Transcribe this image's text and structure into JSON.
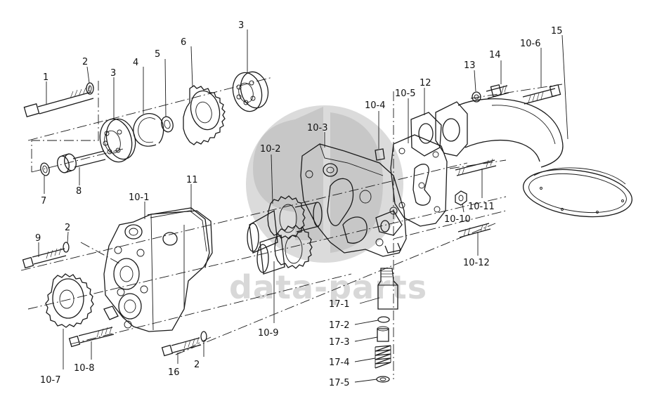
{
  "watermark": {
    "text": "data-parts",
    "color": "#b8b8b8"
  },
  "callouts": {
    "c1": "1",
    "c2a": "2",
    "c3a": "3",
    "c4": "4",
    "c5": "5",
    "c6": "6",
    "c3b": "3",
    "c7": "7",
    "c8": "8",
    "c9": "9",
    "c2b": "2",
    "c10_1": "10-1",
    "c11": "11",
    "c10_2": "10-2",
    "c10_3": "10-3",
    "c10_4": "10-4",
    "c10_5": "10-5",
    "c12": "12",
    "c13": "13",
    "c14": "14",
    "c10_6": "10-6",
    "c15": "15",
    "c10_11": "10-11",
    "c10_10": "10-10",
    "c10_12": "10-12",
    "c10_9": "10-9",
    "c10_7": "10-7",
    "c10_8": "10-8",
    "c16": "16",
    "c2c": "2",
    "c17_1": "17-1",
    "c17_2": "17-2",
    "c17_3": "17-3",
    "c17_4": "17-4",
    "c17_5": "17-5"
  }
}
